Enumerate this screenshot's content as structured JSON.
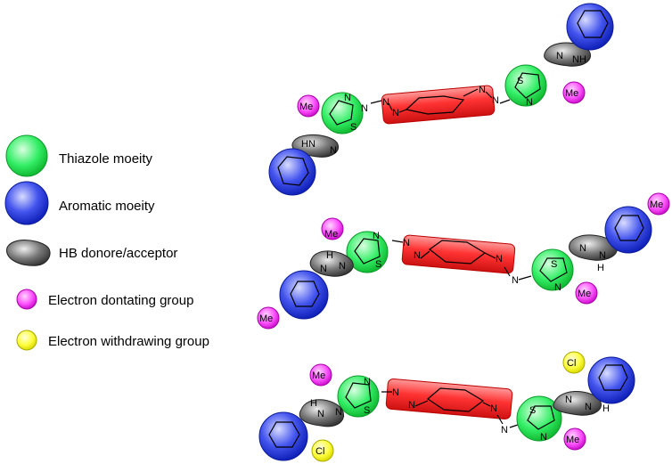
{
  "legend": {
    "items": [
      {
        "label": "Thiazole moeity",
        "color": "#22dd55",
        "icon": "green-sphere"
      },
      {
        "label": "Aromatic moeity",
        "color": "#2233dd",
        "icon": "blue-sphere"
      },
      {
        "label": "HB donore/acceptor",
        "color": "#555555",
        "icon": "grey-teardrop"
      },
      {
        "label": "Electron dontating group",
        "color": "#ee22ee",
        "icon": "magenta-sphere"
      },
      {
        "label": "Electron withdrawing group",
        "color": "#ffee00",
        "icon": "yellow-sphere"
      }
    ]
  },
  "atoms": {
    "N": "N",
    "S": "S",
    "H": "H",
    "NH": "NH",
    "HN": "HN",
    "Me": "Me",
    "Cl": "Cl"
  },
  "colors": {
    "thiazole": "#22dd55",
    "aromatic": "#2233dd",
    "hb": "#555555",
    "donating": "#ee22ee",
    "withdrawing": "#ffee00",
    "linker": "#ee2222"
  }
}
